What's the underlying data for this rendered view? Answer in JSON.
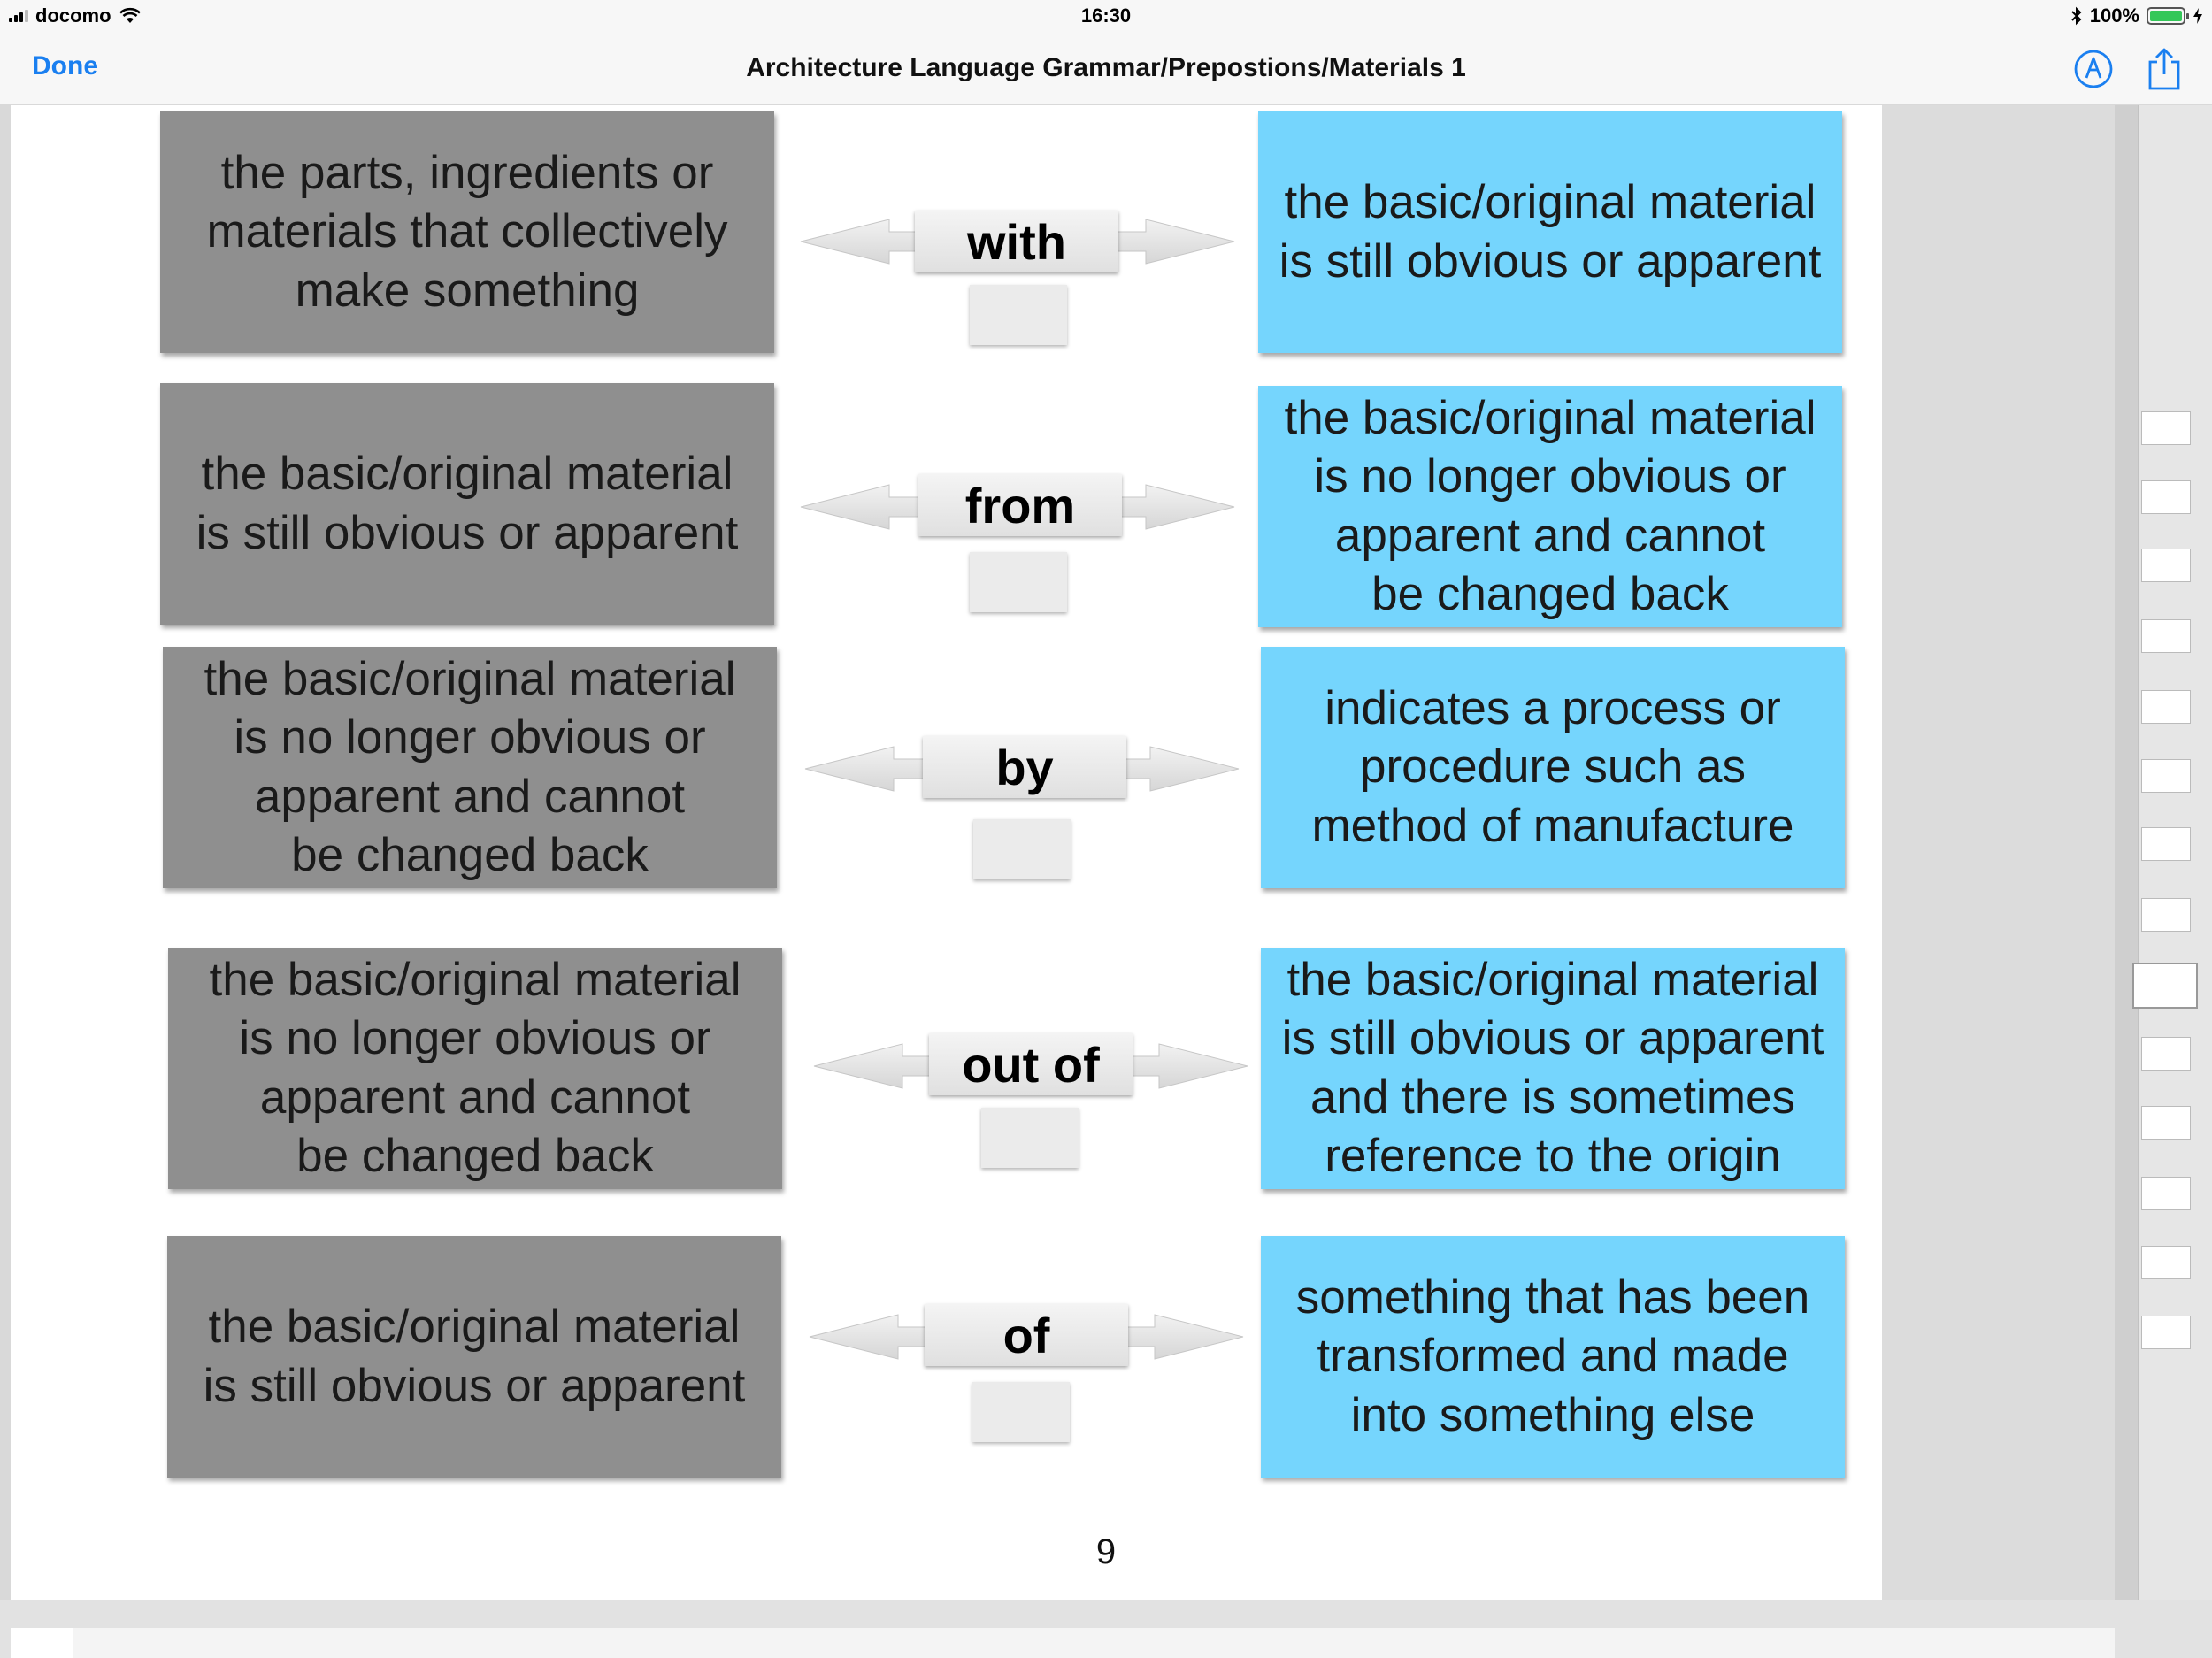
{
  "status_bar": {
    "carrier": "docomo",
    "time": "16:30",
    "battery_text": "100%",
    "battery_level": 1.0,
    "battery_color": "#34c759"
  },
  "nav": {
    "done_label": "Done",
    "title": "Architecture Language Grammar/Prepostions/Materials 1",
    "accent_color": "#1a7ff0",
    "icons": [
      "markup-icon",
      "share-icon"
    ]
  },
  "slide": {
    "rows": [
      {
        "left": "the parts, ingredients or\nmaterials that collectively\nmake something",
        "preposition": "with",
        "right": "the basic/original material\nis still obvious or apparent"
      },
      {
        "left": "the basic/original material\nis still obvious or apparent",
        "preposition": "from",
        "right": "the basic/original material\nis no longer obvious or\napparent and cannot\nbe changed back"
      },
      {
        "left": "the basic/original material\nis no longer obvious or\napparent and cannot\nbe changed back",
        "preposition": "by",
        "right": "indicates a process or\nprocedure such as\nmethod of manufacture"
      },
      {
        "left": "the basic/original material\nis no longer obvious or\napparent and cannot\nbe changed back",
        "preposition": "out of",
        "right": "the basic/original material\nis still obvious or apparent\nand there is sometimes\nreference to the origin"
      },
      {
        "left": "the basic/original material\nis still obvious or apparent",
        "preposition": "of",
        "right": "something that has been\ntransformed and made\ninto something else"
      }
    ],
    "page_number": "9",
    "colors": {
      "left_box": "#8f8f8f",
      "right_box": "#75d5fd"
    }
  },
  "thumbnails": {
    "count": 14,
    "selected_index": 8
  }
}
